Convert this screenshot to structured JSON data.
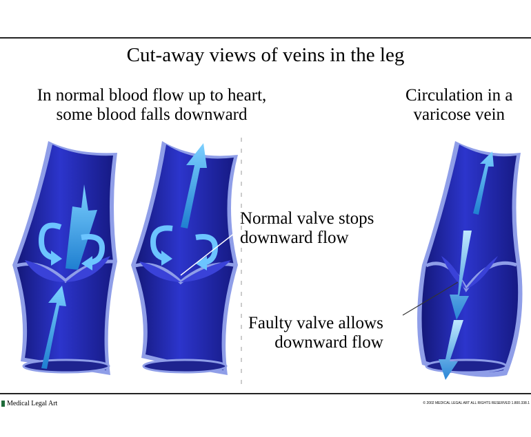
{
  "title": "Cut-away views of veins in the leg",
  "normal_heading": [
    "In normal blood flow up to heart,",
    "some blood falls downward"
  ],
  "varicose_heading": [
    "Circulation in a",
    "varicose vein"
  ],
  "normal_valve_label": [
    "Normal valve stops",
    "downward flow"
  ],
  "faulty_valve_label": [
    "Faulty valve allows",
    "downward flow"
  ],
  "footer": {
    "brand": "Medical Legal Art",
    "copyright": "© 2002  MEDICAL LEGAL ART  ALL RIGHTS RESERVED  1.800.338.1"
  },
  "colors": {
    "vein_dark": "#1b1f8f",
    "vein_mid": "#2a32c8",
    "vein_wall": "#8f9ee8",
    "arrow": "#3aa8e8"
  }
}
